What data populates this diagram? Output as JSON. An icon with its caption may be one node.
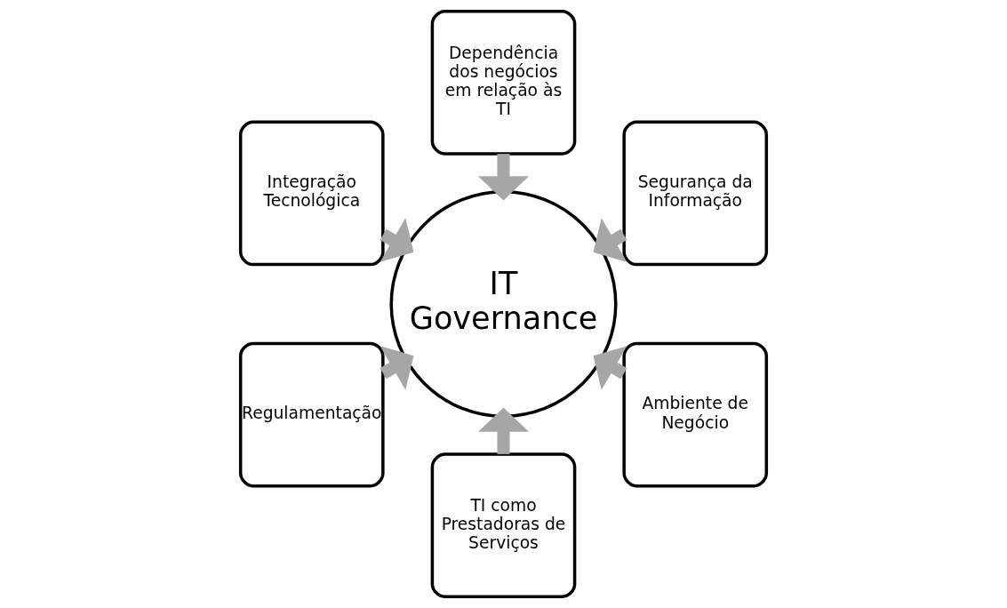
{
  "diagram": {
    "nodes": [
      {
        "text": [
          "Segurança da Informação"
        ]
      },
      {
        "text": [
          "Dependência dos negócios em relação às TI"
        ]
      },
      {
        "text": [
          "Integração Tecnológica"
        ]
      },
      {
        "text": [
          "Regulamentação"
        ]
      },
      {
        "text": [
          "TI como Prestadoras de Serviços"
        ]
      },
      {
        "text": [
          "IT Governance"
        ]
      },
      {
        "text": [
          "Ambiente de Negócio"
        ]
      }
    ],
    "edges": [
      {
        "from": 0,
        "to": 5,
        "arrow": "to"
      },
      {
        "from": 1,
        "to": 5,
        "arrow": "to"
      },
      {
        "from": 2,
        "to": 5,
        "arrow": "to"
      },
      {
        "from": 3,
        "to": 5,
        "arrow": "to"
      },
      {
        "from": 4,
        "to": 5,
        "arrow": "to"
      },
      {
        "from": 6,
        "to": 5,
        "arrow": "to"
      }
    ]
  }
}
